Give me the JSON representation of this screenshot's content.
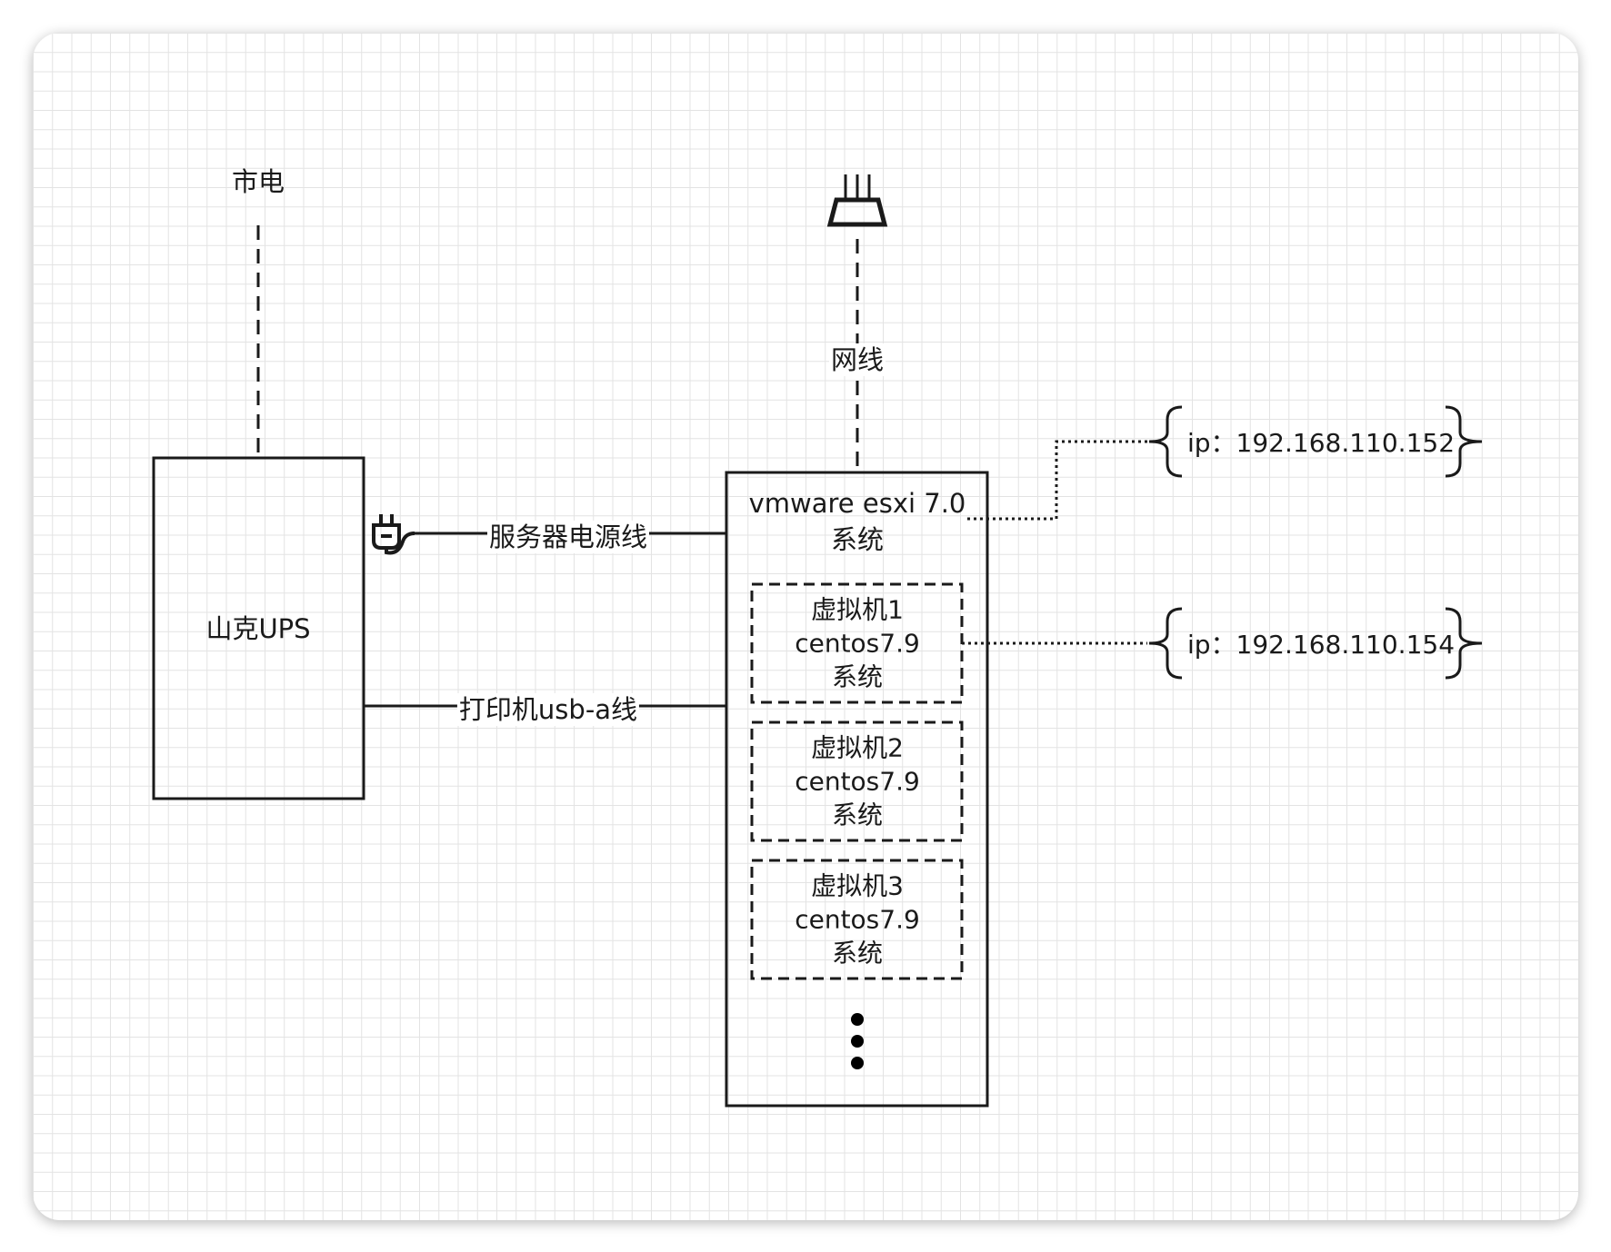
{
  "labels": {
    "mains": "市电",
    "ups": "山克UPS",
    "network_cable": "网线",
    "power_cable": "服务器电源线",
    "usb_cable": "打印机usb-a线"
  },
  "host": {
    "line1": "vmware esxi 7.0",
    "line2": "系统"
  },
  "vms": [
    {
      "name": "虚拟机1",
      "os": "centos7.9",
      "suffix": "系统"
    },
    {
      "name": "虚拟机2",
      "os": "centos7.9",
      "suffix": "系统"
    },
    {
      "name": "虚拟机3",
      "os": "centos7.9",
      "suffix": "系统"
    }
  ],
  "ips": {
    "host_ip": "ip：192.168.110.152",
    "vm1_ip": "ip：192.168.110.154"
  },
  "icons": {
    "router": "router-icon",
    "plug": "power-plug-icon",
    "ellipsis": "vertical-ellipsis-icon"
  },
  "colors": {
    "stroke": "#1a1a1a",
    "grid": "#e3e3e3"
  }
}
